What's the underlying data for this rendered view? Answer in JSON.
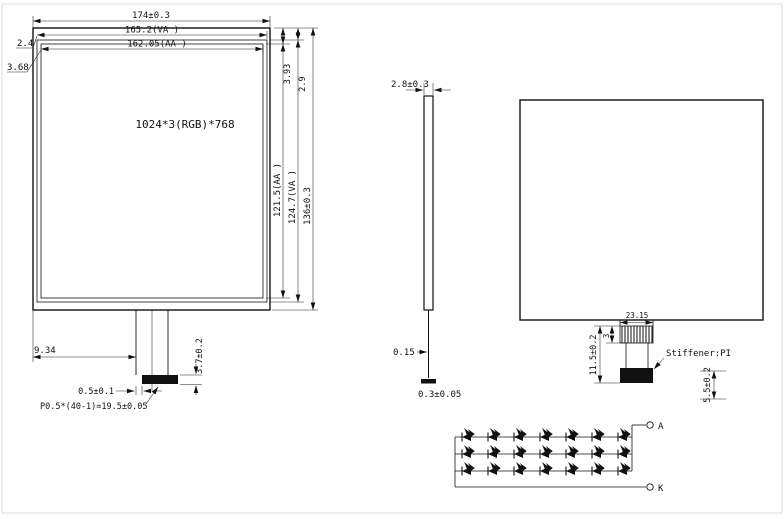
{
  "drawing": {
    "front_view": {
      "center_text": "1024*3(RGB)*768",
      "dims": {
        "width_total": "174±0.3",
        "width_va": "165.2(VA )",
        "width_aa": "162.05(AA )",
        "margin_left_va": "2.4",
        "margin_left_aa": "3.68",
        "margin_top_aa": "3.93",
        "margin_top_va": "2.9",
        "height_aa": "121.5(AA )",
        "height_va": "124.7(VA )",
        "height_total": "136±0.3",
        "fpc_offset": "9.34",
        "connector_height": "3.7±0.2",
        "connector_edge": "0.5±0.1",
        "pitch": "P0.5*(40-1)=19.5±0.05"
      }
    },
    "side_view": {
      "dims": {
        "thickness": "2.8±0.3",
        "fpc_thickness": "0.15",
        "tape_thickness": "0.3±0.05"
      }
    },
    "back_view": {
      "stiffener_label": "Stiffener:PI",
      "dims": {
        "fpc_width": "23.15",
        "bend": "3",
        "fpc_length": "11.5±0.2",
        "stiffener_length": "5.5±0.2"
      }
    },
    "led_circuit": {
      "anode_label": "A",
      "cathode_label": "K",
      "rows": 3,
      "leds_per_row": 7
    },
    "colors": {
      "line": "#111111",
      "background": "#ffffff"
    }
  }
}
